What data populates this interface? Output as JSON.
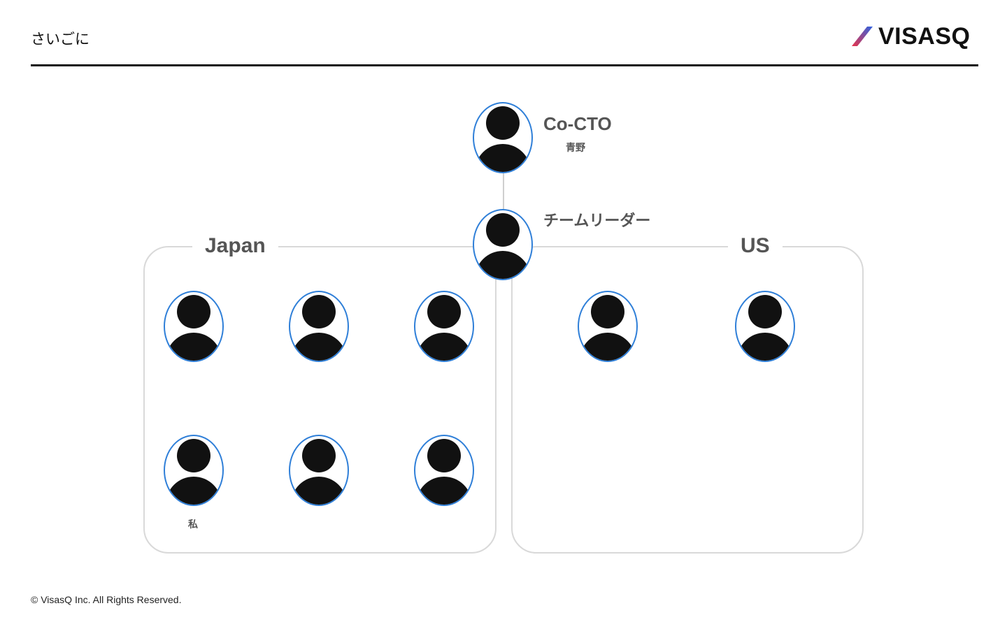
{
  "header": {
    "title": "さいごに",
    "logo_text": "VISASQ"
  },
  "diagram": {
    "cto": {
      "role": "Co-CTO",
      "name": "青野"
    },
    "leader": {
      "role": "チームリーダー"
    },
    "groups": [
      {
        "label": "Japan",
        "member_count": 6,
        "me_label": "私"
      },
      {
        "label": "US",
        "member_count": 2
      }
    ]
  },
  "footer": {
    "copyright": "© VisasQ Inc. All Rights Reserved."
  },
  "colors": {
    "avatar_outline": "#2f7fd8",
    "avatar_fill": "#111111",
    "group_border": "#d9d9d9",
    "label_gray": "#555555",
    "logo_gradient": [
      "#e8334a",
      "#2f63e0"
    ]
  }
}
